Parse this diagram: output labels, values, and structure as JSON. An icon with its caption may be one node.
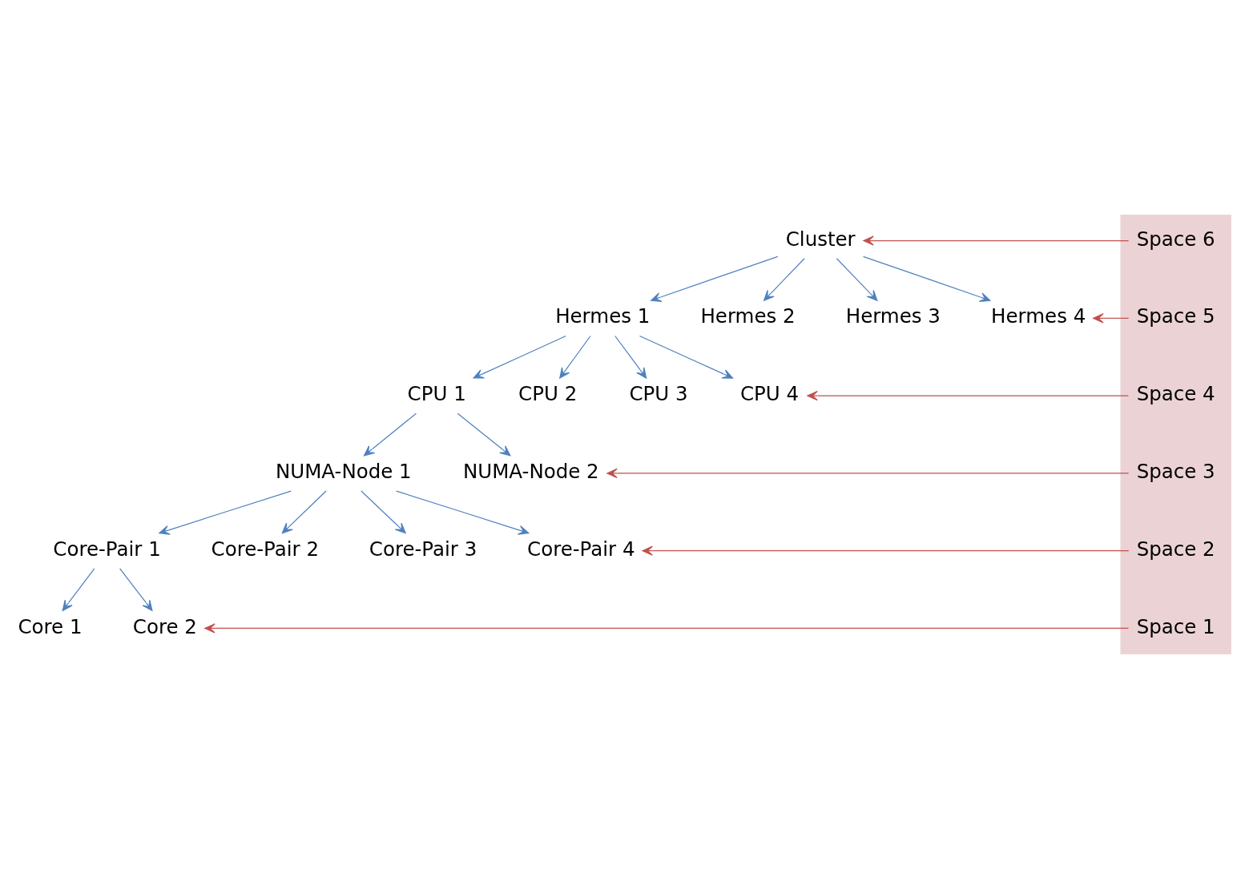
{
  "diagram": {
    "nodes": [
      {
        "text": [
          "Cluster"
        ]
      },
      {
        "text": [],
        "shape": "box"
      },
      {
        "text": [
          "Space 6"
        ],
        "in": 1
      },
      {
        "text": [
          "Hermes 1"
        ]
      },
      {
        "text": [
          "Hermes 2"
        ]
      },
      {
        "text": [
          "Hermes 3"
        ]
      },
      {
        "text": [
          "Hermes 4"
        ]
      },
      {
        "text": [
          "Space 5"
        ],
        "in": 1
      },
      {
        "text": [
          "CPU 1"
        ]
      },
      {
        "text": [
          "CPU 2"
        ]
      },
      {
        "text": [
          "CPU 3"
        ]
      },
      {
        "text": [
          "CPU 4"
        ]
      },
      {
        "text": [
          "Space 4"
        ],
        "in": 1
      },
      {
        "text": [
          "NUMA-Node 1"
        ]
      },
      {
        "text": [
          "NUMA-Node 2"
        ]
      },
      {
        "text": [
          "Space 3"
        ],
        "in": 1
      },
      {
        "text": [
          "Core-Pair 1"
        ]
      },
      {
        "text": [
          "Core-Pair 2"
        ]
      },
      {
        "text": [
          "Core-Pair 3"
        ]
      },
      {
        "text": [
          "Core-Pair 4"
        ]
      },
      {
        "text": [
          "Space 2"
        ],
        "in": 1
      },
      {
        "text": [
          "Core 1"
        ]
      },
      {
        "text": [
          "Core 2"
        ]
      },
      {
        "text": [
          "Space 1"
        ],
        "in": 1
      }
    ],
    "edges": [
      {
        "from": 0,
        "to": 3,
        "arrow": "to"
      },
      {
        "from": 0,
        "to": 4,
        "arrow": "to"
      },
      {
        "from": 0,
        "to": 5,
        "arrow": "to"
      },
      {
        "from": 0,
        "to": 6,
        "arrow": "to"
      },
      {
        "from": 3,
        "to": 8,
        "arrow": "to"
      },
      {
        "from": 3,
        "to": 9,
        "arrow": "to"
      },
      {
        "from": 3,
        "to": 10,
        "arrow": "to"
      },
      {
        "from": 3,
        "to": 11,
        "arrow": "to"
      },
      {
        "from": 8,
        "to": 13,
        "arrow": "to"
      },
      {
        "from": 8,
        "to": 14,
        "arrow": "to"
      },
      {
        "from": 13,
        "to": 16,
        "arrow": "to"
      },
      {
        "from": 13,
        "to": 17,
        "arrow": "to"
      },
      {
        "from": 13,
        "to": 18,
        "arrow": "to"
      },
      {
        "from": 13,
        "to": 19,
        "arrow": "to"
      },
      {
        "from": 16,
        "to": 21,
        "arrow": "to"
      },
      {
        "from": 16,
        "to": 22,
        "arrow": "to"
      },
      {
        "from": 2,
        "to": 0,
        "arrow": "to",
        "color": "#c0504d"
      },
      {
        "from": 7,
        "to": 6,
        "arrow": "to",
        "color": "#c0504d"
      },
      {
        "from": 12,
        "to": 11,
        "arrow": "to",
        "color": "#c0504d"
      },
      {
        "from": 15,
        "to": 14,
        "arrow": "to",
        "color": "#c0504d"
      },
      {
        "from": 20,
        "to": 19,
        "arrow": "to",
        "color": "#c0504d"
      },
      {
        "from": 23,
        "to": 22,
        "arrow": "to",
        "color": "#c0504d"
      }
    ]
  }
}
